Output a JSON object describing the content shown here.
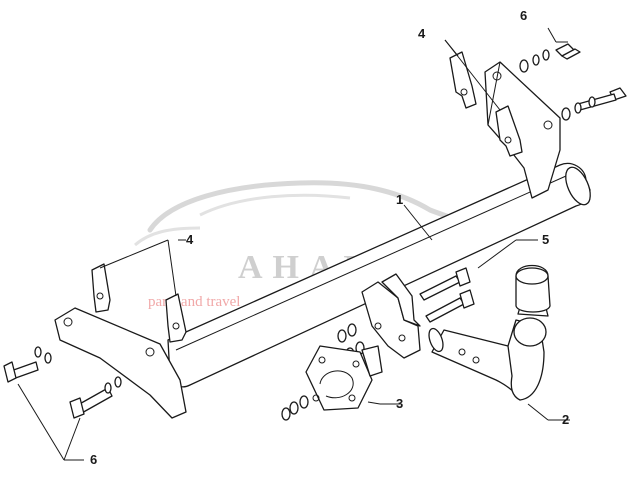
{
  "diagram": {
    "callouts": {
      "beam": "1",
      "ball_neck": "2",
      "socket_plate": "3",
      "bracket_top": "4",
      "bracket_left": "4",
      "bolt_long": "5",
      "bolt_top": "6",
      "bolt_bottom": "6"
    },
    "watermark": {
      "brand": "AHAKA",
      "tagline": "parts and travel",
      "primary_color": "#cfcfcf",
      "accent_color": "#f1a8a8"
    },
    "line_color": "#1a1a1a",
    "background": "#ffffff"
  }
}
